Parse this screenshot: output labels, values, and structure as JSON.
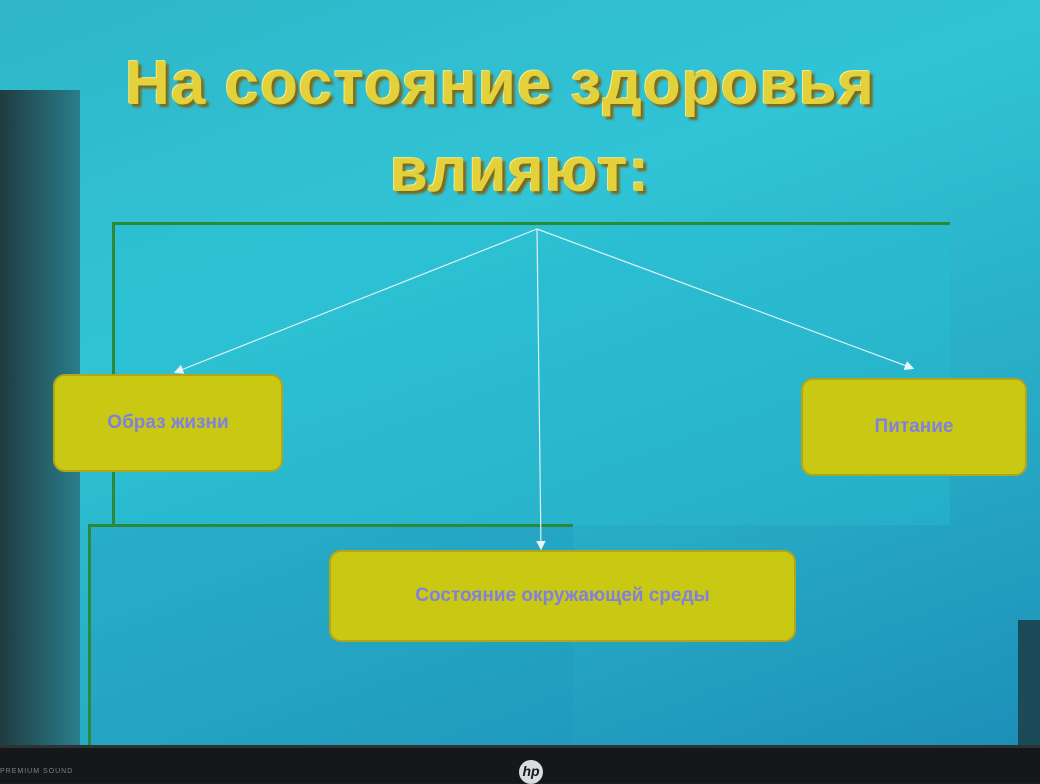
{
  "slide": {
    "title_line1": "На состояние здоровья",
    "title_line2": "влияют:",
    "nodes": [
      "Образ жизни",
      "Питание",
      "Состояние окружающей среды"
    ]
  },
  "monitor": {
    "logo": "hp",
    "bezel_label": "PREMIUM SOUND"
  },
  "colors": {
    "background": "#30c4d6",
    "box": "#c9c914",
    "box_text": "#8080e0",
    "title": "#e2d13a"
  }
}
